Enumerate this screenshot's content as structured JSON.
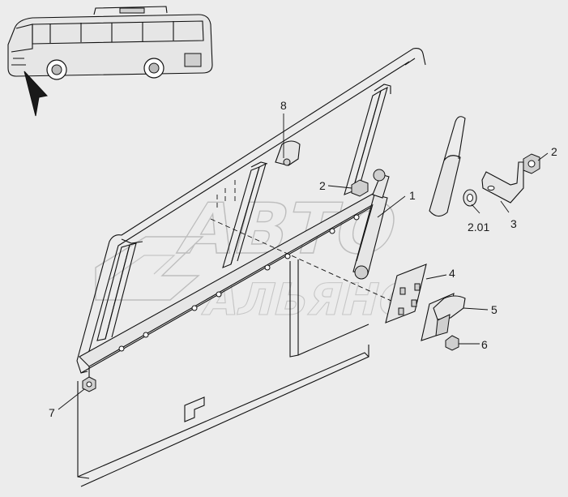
{
  "diagram": {
    "watermark": {
      "line1": "АВТО",
      "line2": "АЛЬЯНС"
    },
    "callouts": [
      "1",
      "2",
      "2",
      "2.01",
      "3",
      "4",
      "5",
      "6",
      "7",
      "8"
    ]
  }
}
